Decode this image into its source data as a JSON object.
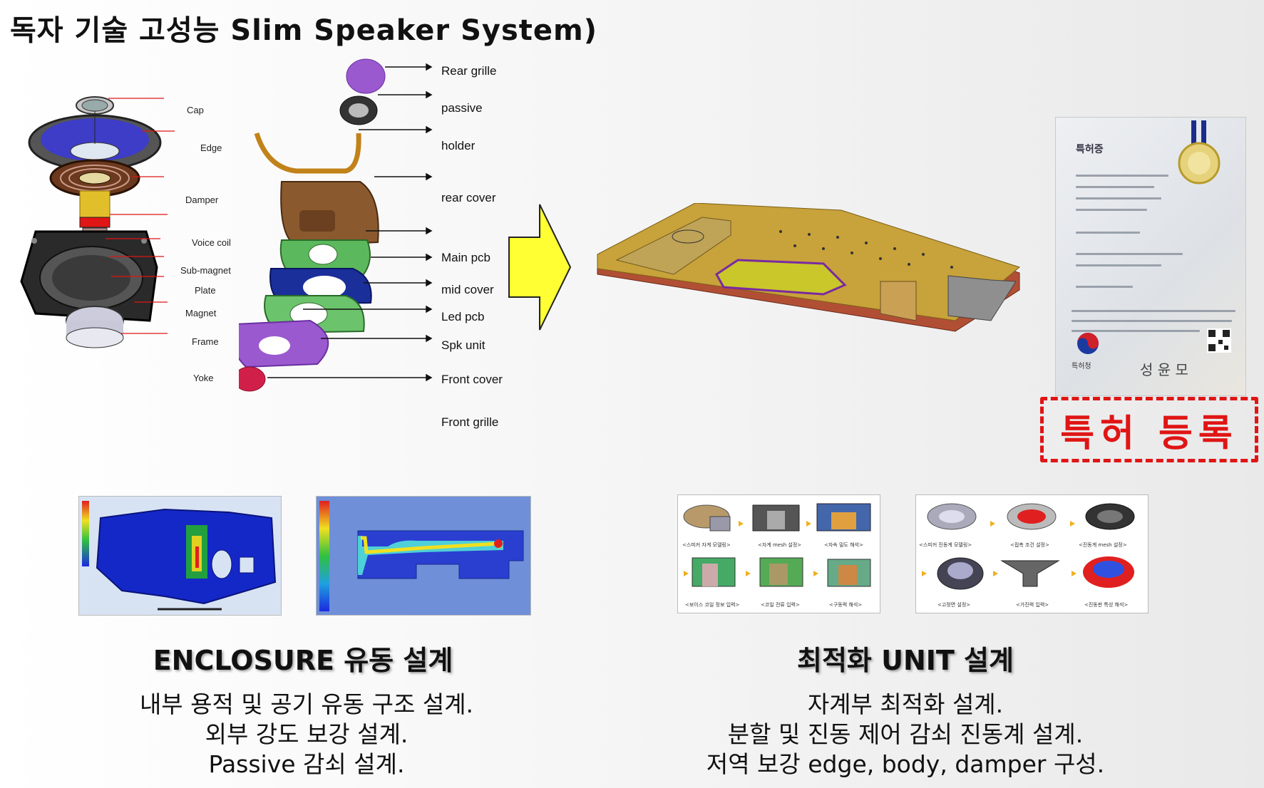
{
  "title": "독자 기술 고성능 Slim Speaker System)",
  "driver_parts": [
    "Cap",
    "Edge",
    "Damper",
    "Voice coil",
    "Sub-magnet",
    "Plate",
    "Magnet",
    "Frame",
    "Yoke"
  ],
  "assembly_parts": [
    "Rear grille",
    "passive",
    "holder",
    "rear cover",
    "Main pcb",
    "mid cover",
    "Led pcb",
    "Spk unit",
    "Front cover",
    "Front grille"
  ],
  "patent_label": "특허 등록",
  "certificate": {
    "heading": "특허증",
    "office": "특허청",
    "signature": "성 윤 모"
  },
  "unit_steps": {
    "left": [
      "<스피커 자계 모델링>",
      "<자계 mesh 설정>",
      "<자속 밀도 해석>",
      "<보이스 코일 정보 입력>",
      "<코일 전류 입력>",
      "<구동력 해석>"
    ],
    "right": [
      "<스피커 진동계 모델링>",
      "<접촉 조건 설정>",
      "<진동계 mesh 설정>",
      "<고정면 설정>",
      "<가진력 입력>",
      "<진동판 특성 해석>"
    ]
  },
  "sections": {
    "enclosure": {
      "title": "ENCLOSURE 유동 설계",
      "lines": [
        "내부 용적 및 공기 유동 구조 설계.",
        "외부 강도 보강 설계.",
        "Passive 감쇠 설계."
      ]
    },
    "unit": {
      "title": "최적화 UNIT 설계",
      "lines": [
        "자계부 최적화 설계.",
        "분할 및 진동 제어 감쇠 진동계 설계.",
        "저역 보강 edge, body, damper 구성."
      ]
    }
  },
  "colors": {
    "accent_red": "#e01515",
    "arrow_yellow": "#ffff33",
    "enclosure_gold": "#c8a23a",
    "purple": "#9b59d0"
  }
}
